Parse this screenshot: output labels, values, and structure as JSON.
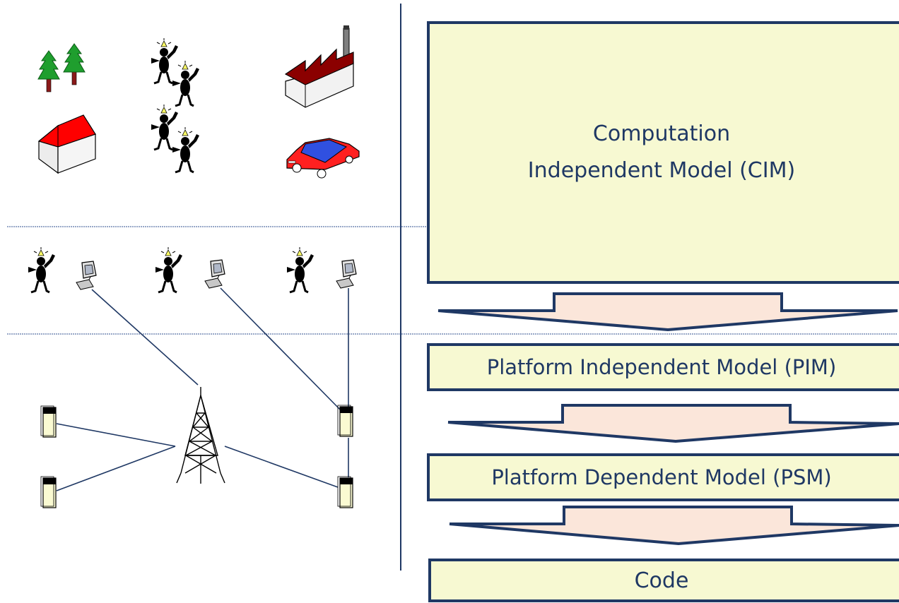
{
  "layers": {
    "cim": "Computation\nIndependent Model (CIM)",
    "pim": "Platform Independent Model (PIM)",
    "psm": "Platform Dependent Model (PSM)",
    "code": "Code"
  },
  "colors": {
    "box_fill": "#f7f9d2",
    "box_stroke": "#1f3864",
    "arrow_fill": "#fbe6da",
    "text": "#1f3864",
    "divider": "#2f4f8f"
  },
  "icons": {
    "environment": [
      "trees-icon",
      "house-icon",
      "people-group-icon",
      "people-group-icon",
      "factory-icon",
      "car-icon"
    ],
    "users": [
      "person-icon",
      "computer-terminal-icon"
    ],
    "infrastructure": [
      "server-icon",
      "radio-tower-icon"
    ]
  }
}
